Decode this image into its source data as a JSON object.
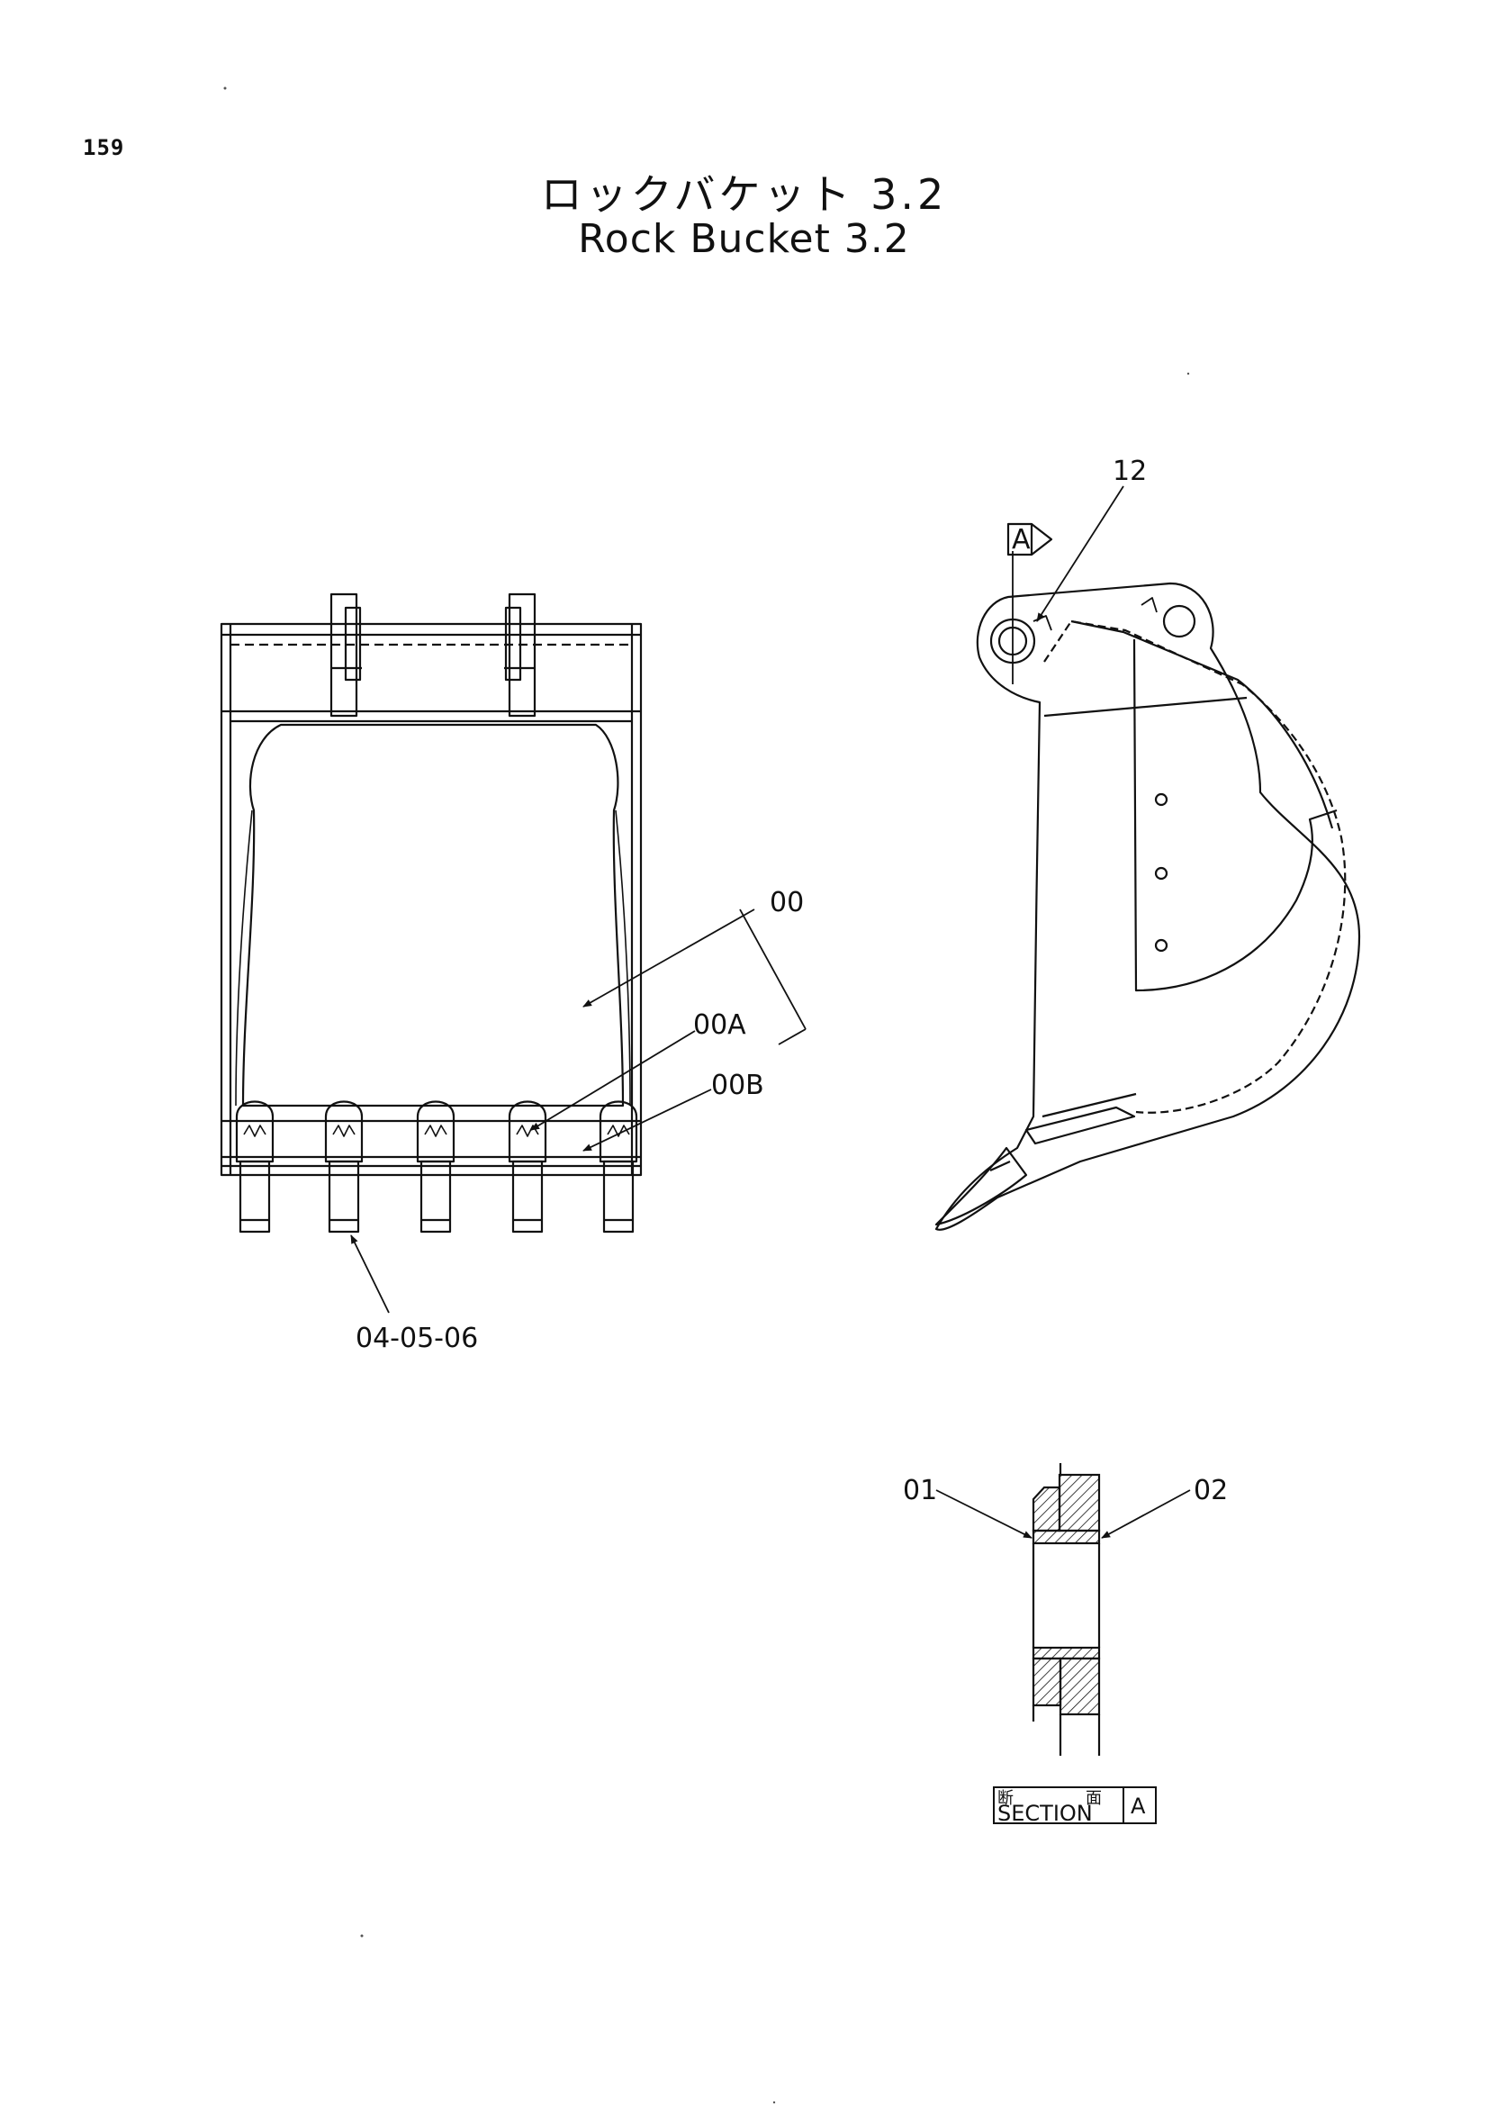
{
  "header": {
    "page_number": "159",
    "title_jp": "ロックバケット 3.2",
    "title_en": "Rock Bucket 3.2"
  },
  "callouts": {
    "c12": "12",
    "view_a": "A",
    "c00": "00",
    "c00a": "00A",
    "c00b": "00B",
    "c040506": "04-05-06",
    "c01": "01",
    "c02": "02"
  },
  "section_box": {
    "jp_left": "断",
    "jp_right": "面",
    "label": "SECTION",
    "letter": "A"
  }
}
